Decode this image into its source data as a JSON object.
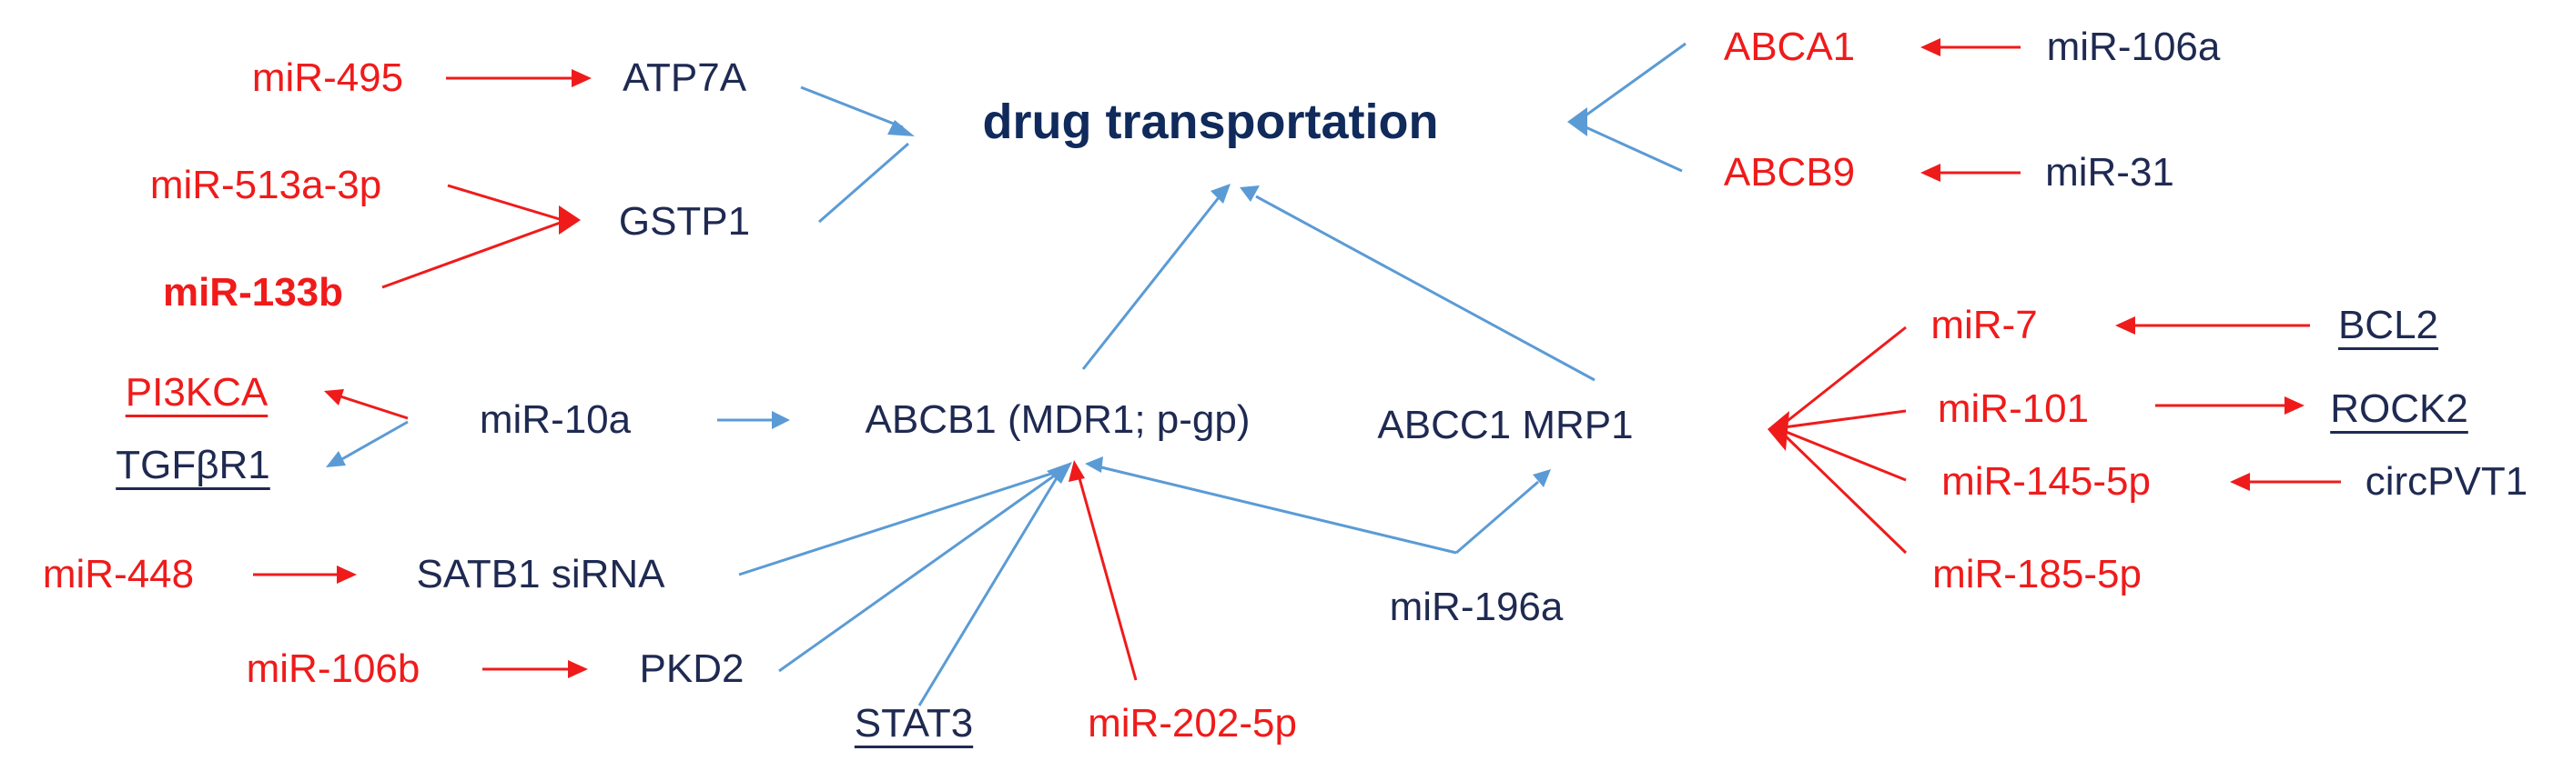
{
  "colors": {
    "regulator_red": "#ef1b1b",
    "node_navy": "#1f2a52",
    "title_navy": "#102a5c",
    "edge_blue": "#5b9bd5"
  },
  "nodes": {
    "drug_transportation": "drug transportation",
    "atp7a": "ATP7A",
    "gstp1": "GSTP1",
    "abca1": "ABCA1",
    "abcb9": "ABCB9",
    "abcb1": "ABCB1 (MDR1; p-gp)",
    "abcc1": "ABCC1 MRP1",
    "tgfbr1": "TGFβR1",
    "satb1_sirna": "SATB1 siRNA",
    "pkd2": "PKD2",
    "stat3": "STAT3",
    "mir_196a": "miR-196a",
    "mir_106a": "miR-106a",
    "mir_31": "miR-31",
    "bcl2": "BCL2",
    "rock2": "ROCK2",
    "circpvt1": "circPVT1",
    "mir_10a": "miR-10a"
  },
  "regulators": {
    "mir_495": "miR-495",
    "mir_513a_3p": "miR-513a-3p",
    "mir_133b": "miR-133b",
    "pi3kca": "PI3KCA",
    "mir_448": "miR-448",
    "mir_106b": "miR-106b",
    "mir_202_5p": "miR-202-5p",
    "mir_7": "miR-7",
    "mir_101": "miR-101",
    "mir_145_5p": "miR-145-5p",
    "mir_185_5p": "miR-185-5p"
  }
}
